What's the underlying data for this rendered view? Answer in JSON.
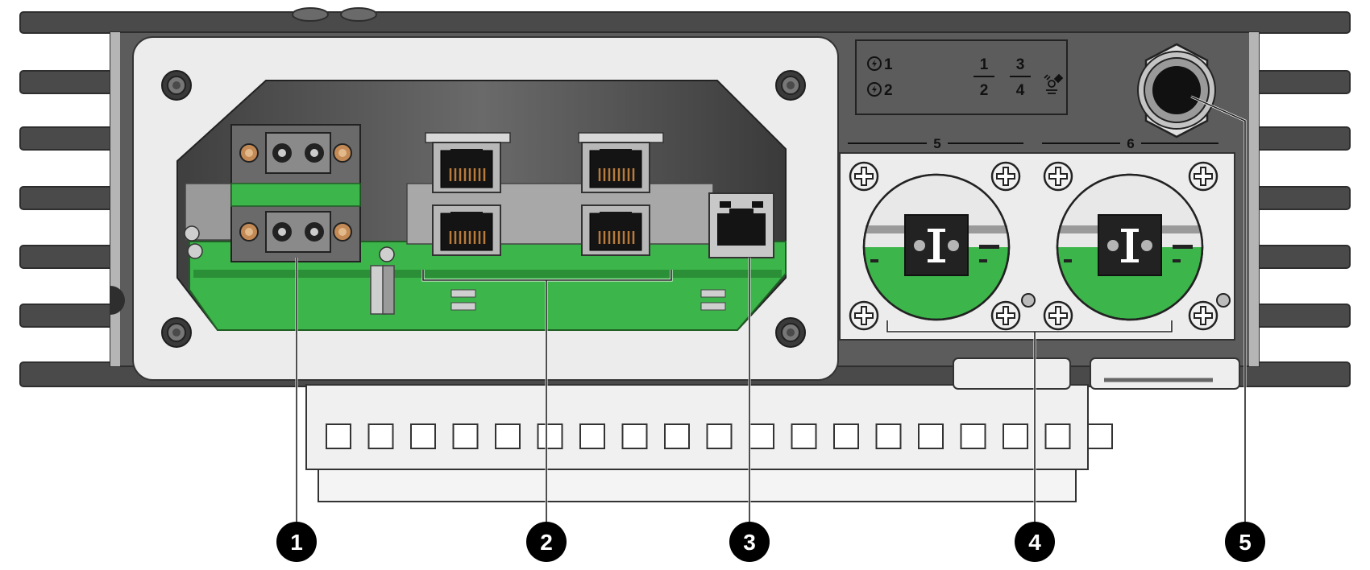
{
  "led_panel": {
    "power_1": "1",
    "power_2": "2",
    "port_1": "1",
    "port_2": "2",
    "port_3": "3",
    "port_4": "4"
  },
  "fiber_labels": {
    "port_5": "5",
    "port_6": "6"
  },
  "callouts": [
    "1",
    "2",
    "3",
    "4",
    "5"
  ],
  "colors": {
    "housing": "#5c5c5c",
    "fins": "#4a4a4a",
    "panel_light": "#ececec",
    "pcb_green": "#3cb54a",
    "callout": "#000000"
  }
}
